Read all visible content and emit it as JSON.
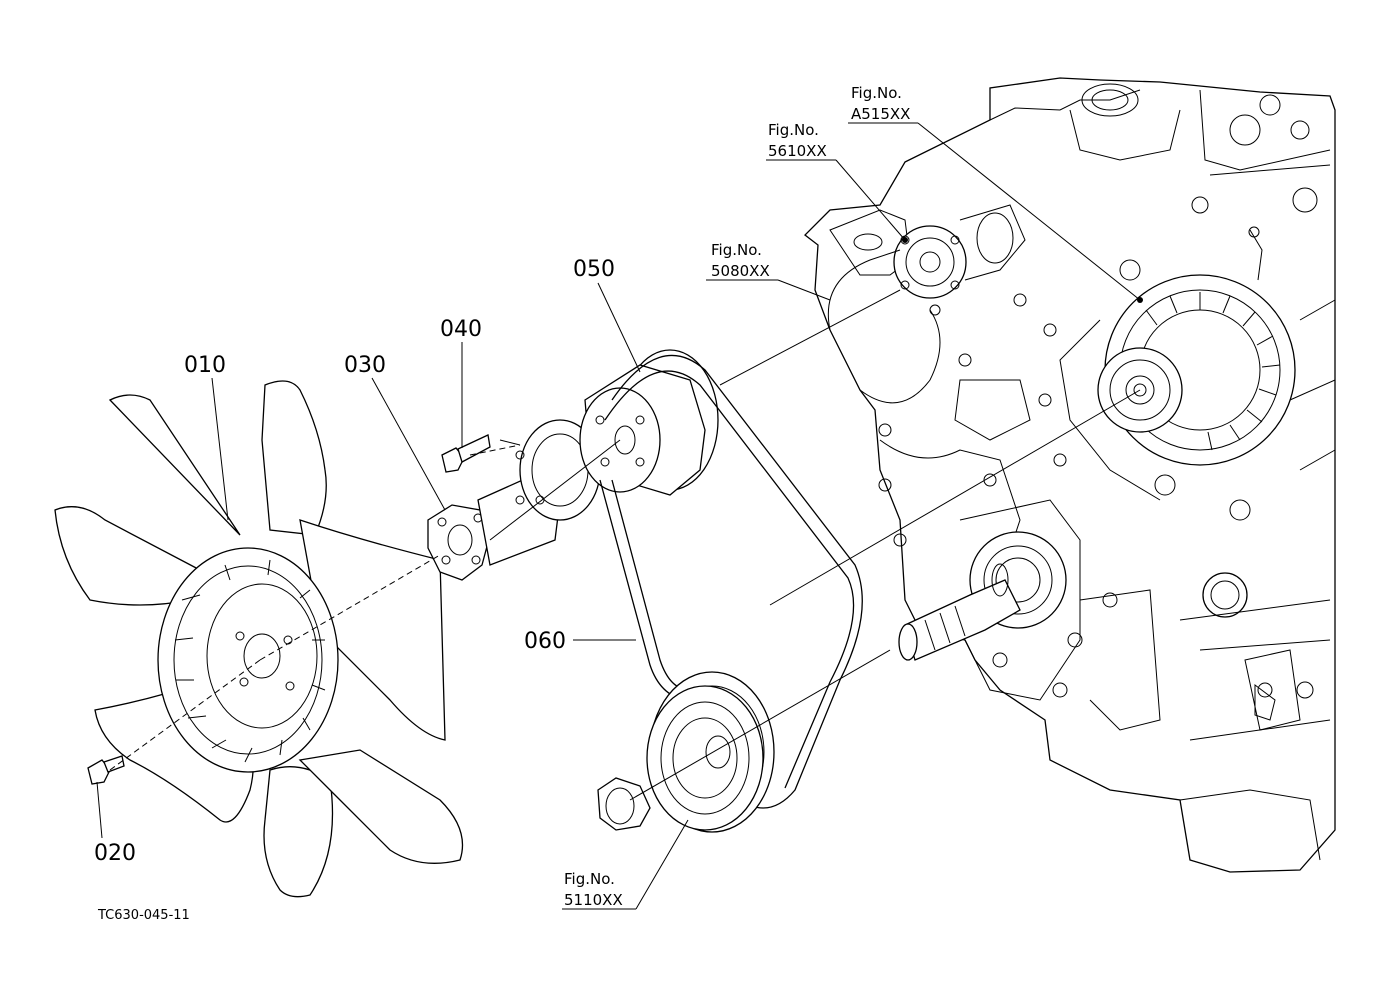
{
  "drawing_code": "TC630-045-11",
  "parts": [
    {
      "ref": "010"
    },
    {
      "ref": "020"
    },
    {
      "ref": "030"
    },
    {
      "ref": "040"
    },
    {
      "ref": "050"
    },
    {
      "ref": "060"
    }
  ],
  "figure_refs": [
    {
      "label": "Fig.No.",
      "code": "A515XX"
    },
    {
      "label": "Fig.No.",
      "code": "5610XX"
    },
    {
      "label": "Fig.No.",
      "code": "5080XX"
    },
    {
      "label": "Fig.No.",
      "code": "5110XX"
    }
  ]
}
